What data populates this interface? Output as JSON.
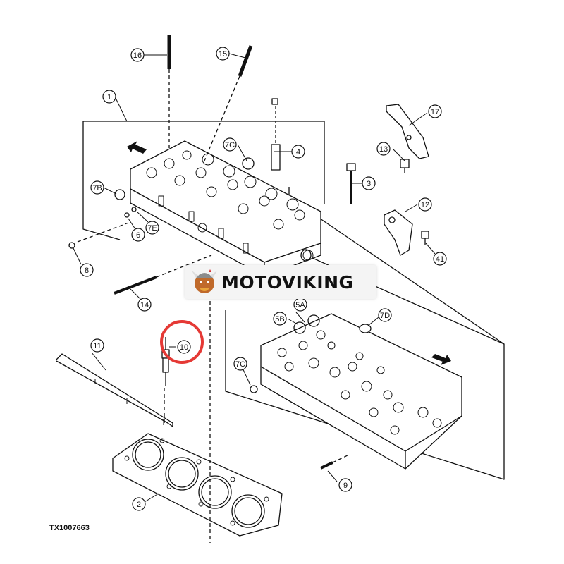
{
  "diagram": {
    "figure_code": "TX1007663",
    "highlight_color": "#e53935",
    "line_color": "#111111",
    "callouts": [
      {
        "key": "1",
        "label": "1"
      },
      {
        "key": "2",
        "label": "2"
      },
      {
        "key": "3",
        "label": "3"
      },
      {
        "key": "4",
        "label": "4"
      },
      {
        "key": "5A",
        "label": "5A"
      },
      {
        "key": "5B",
        "label": "5B"
      },
      {
        "key": "6",
        "label": "6"
      },
      {
        "key": "7B",
        "label": "7B"
      },
      {
        "key": "7C-top",
        "label": "7C"
      },
      {
        "key": "7C-bottom",
        "label": "7C"
      },
      {
        "key": "7D",
        "label": "7D"
      },
      {
        "key": "7E",
        "label": "7E"
      },
      {
        "key": "8",
        "label": "8"
      },
      {
        "key": "9",
        "label": "9"
      },
      {
        "key": "10",
        "label": "10"
      },
      {
        "key": "11",
        "label": "11"
      },
      {
        "key": "12",
        "label": "12"
      },
      {
        "key": "13",
        "label": "13"
      },
      {
        "key": "14",
        "label": "14"
      },
      {
        "key": "15",
        "label": "15"
      },
      {
        "key": "16",
        "label": "16"
      },
      {
        "key": "17",
        "label": "17"
      },
      {
        "key": "41",
        "label": "41"
      }
    ],
    "highlighted_callout": "10"
  },
  "watermark": {
    "brand": "MOTOVIKING",
    "logo_icon": "viking-mascot-icon"
  }
}
